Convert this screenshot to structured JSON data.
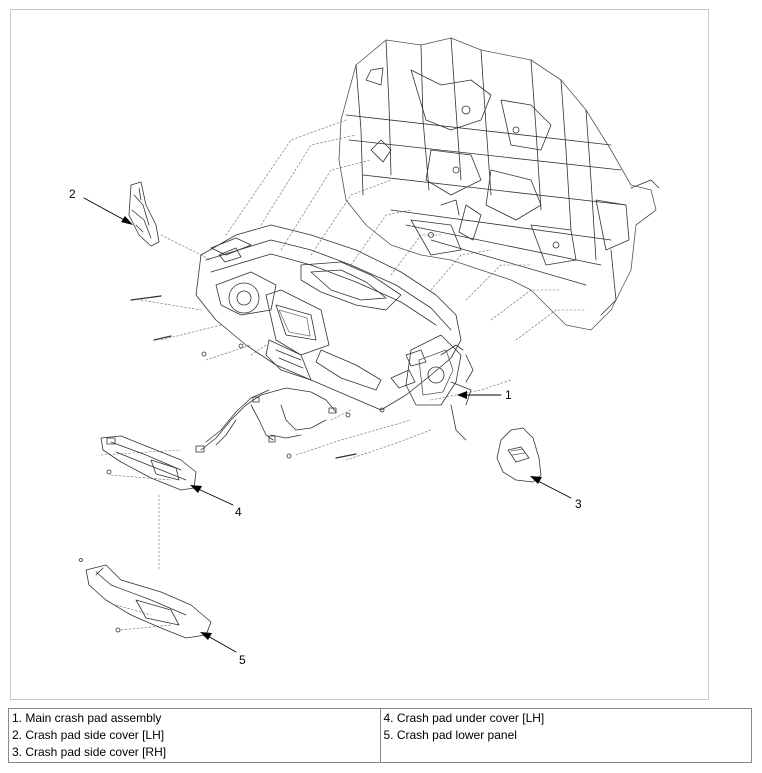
{
  "callouts": [
    {
      "id": "1",
      "text": "1"
    },
    {
      "id": "2",
      "text": "2"
    },
    {
      "id": "3",
      "text": "3"
    },
    {
      "id": "4",
      "text": "4"
    },
    {
      "id": "5",
      "text": "5"
    }
  ],
  "legend": {
    "left": [
      "1. Main crash pad assembly",
      "2. Crash pad side cover [LH]",
      "3. Crash pad side cover [RH]"
    ],
    "right": [
      "4. Crash pad under cover [LH]",
      "5. Crash pad lower panel"
    ]
  }
}
